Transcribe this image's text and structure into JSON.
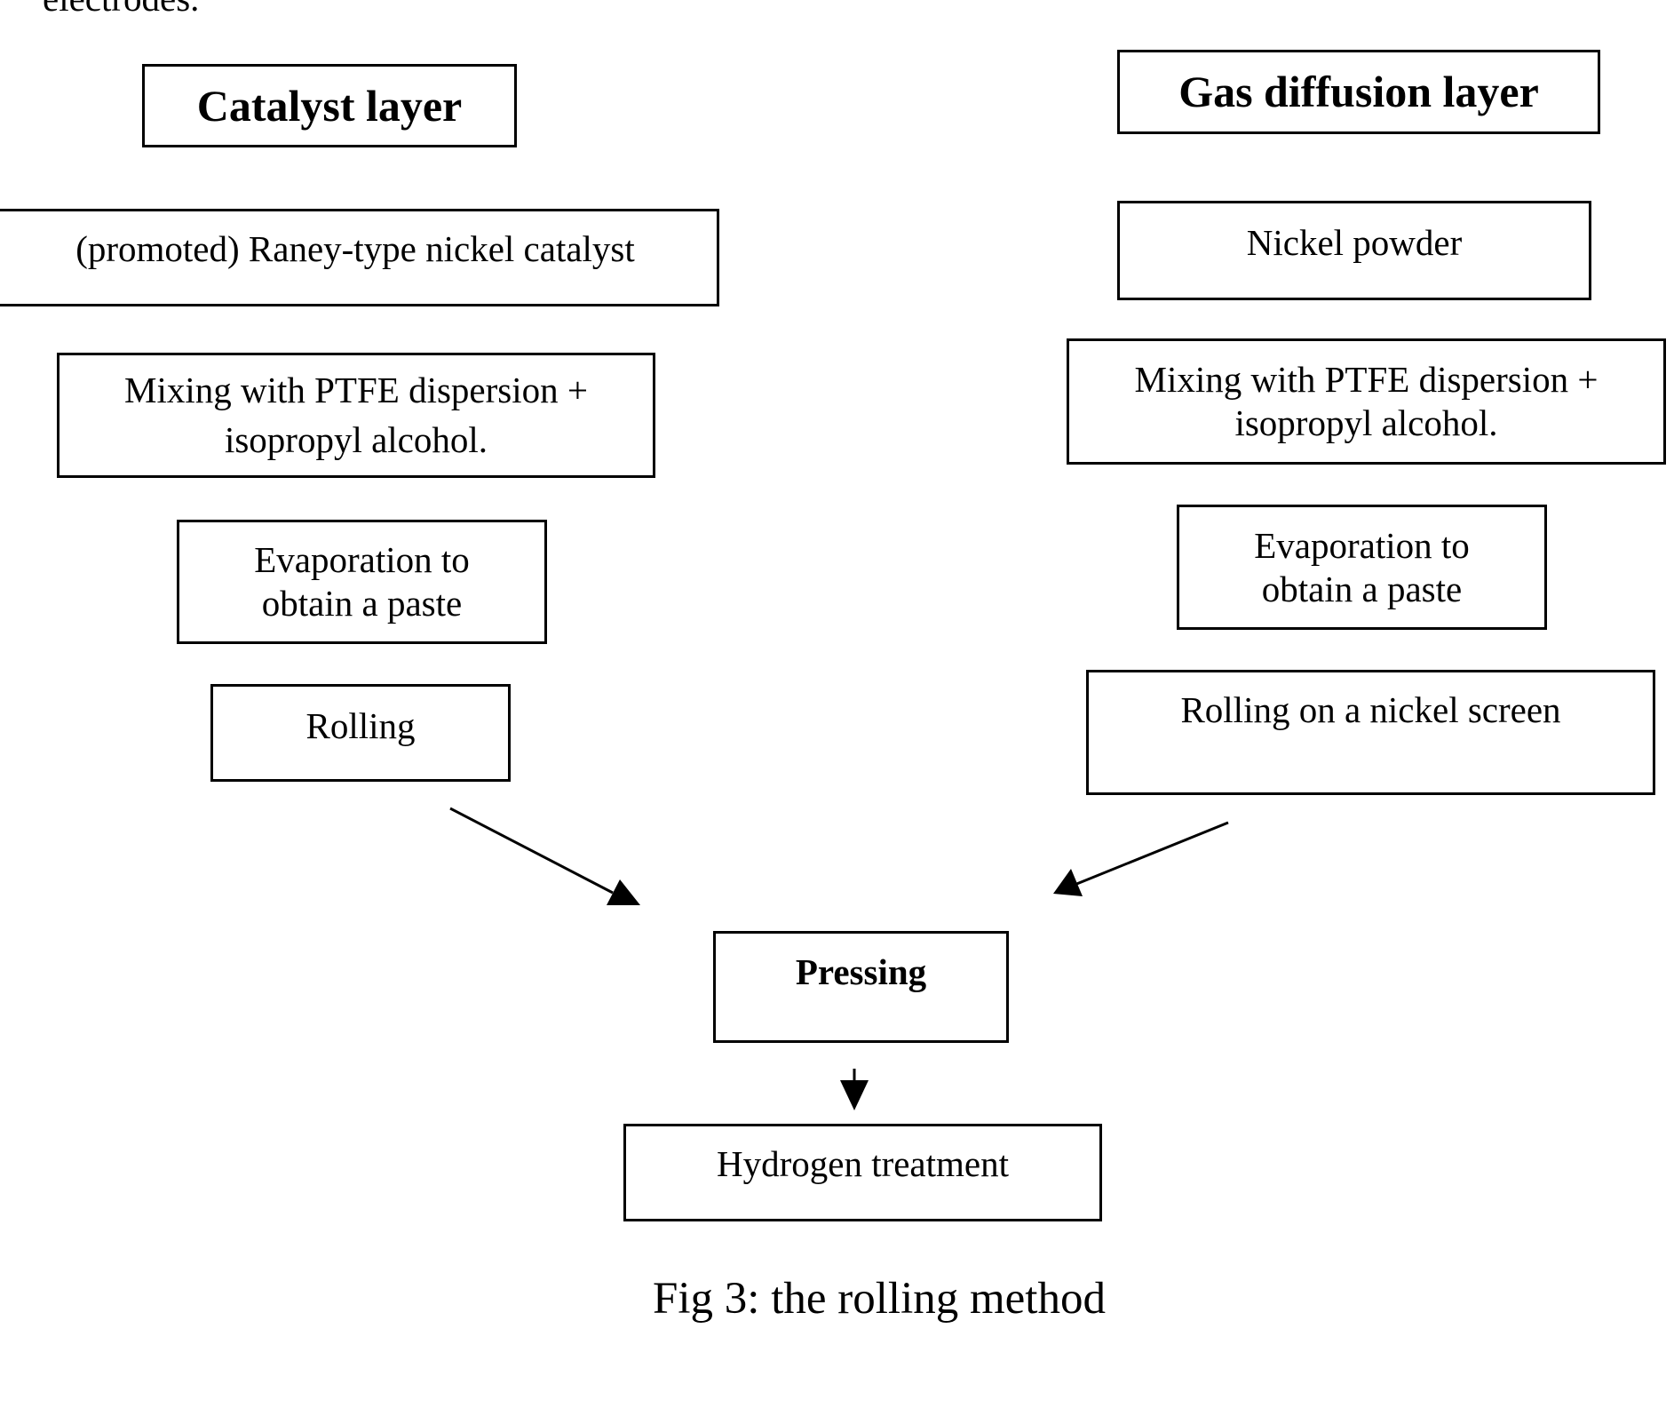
{
  "top_text": "electrodes.",
  "left_column": {
    "header": "Catalyst layer",
    "steps": [
      "(promoted) Raney-type nickel catalyst",
      "Mixing with PTFE dispersion +",
      "isopropyl alcohol.",
      "Evaporation to",
      "obtain a paste",
      "Rolling"
    ]
  },
  "right_column": {
    "header": "Gas diffusion layer",
    "steps": [
      "Nickel powder",
      "Mixing with PTFE dispersion +",
      "isopropyl alcohol.",
      "Evaporation to",
      "obtain a paste",
      "Rolling on a nickel screen"
    ]
  },
  "merge": {
    "pressing": "Pressing",
    "hydrogen": "Hydrogen treatment"
  },
  "caption": "Fig 3: the rolling method"
}
